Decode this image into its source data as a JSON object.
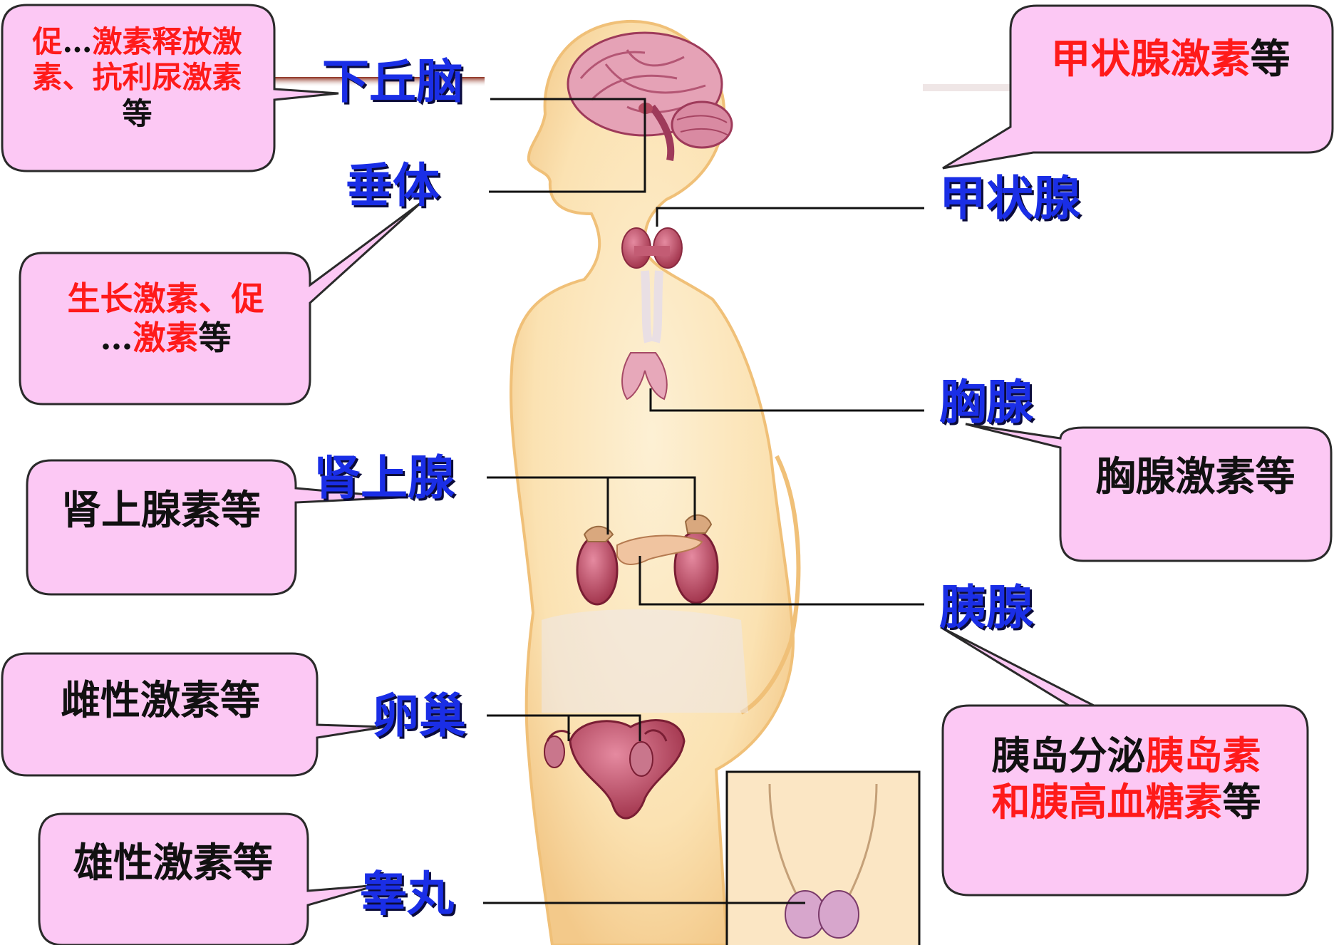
{
  "organs": {
    "hypothalamus": "下丘脑",
    "pituitary": "垂体",
    "thyroid": "甲状腺",
    "thymus": "胸腺",
    "adrenal": "肾上腺",
    "pancreas": "胰腺",
    "ovary": "卵巢",
    "testis": "睾丸"
  },
  "callouts": {
    "hypothalamus": {
      "red1": "促",
      "black1": "…",
      "red2": "激素释放激",
      "red3": "素、抗利尿激素",
      "black2": "等"
    },
    "pituitary": {
      "red1": "生长激素、促",
      "black1": "…",
      "red2": "激素",
      "black2": "等"
    },
    "thyroid": {
      "red": "甲状腺激素",
      "black": "等"
    },
    "thymus": {
      "black": "胸腺激素等"
    },
    "adrenal": {
      "black": "肾上腺素等"
    },
    "pancreas": {
      "black1": "胰岛分泌",
      "red1": "胰岛素",
      "red2": "和胰高血糖素",
      "black2": "等"
    },
    "ovary": {
      "black": "雌性激素等"
    },
    "testis": {
      "black": "雄性激素等"
    }
  },
  "colors": {
    "bubble_fill": "#fcc8f4",
    "bubble_stroke": "#2a2a2a",
    "label_blue": "#1a2ee6",
    "hormone_red": "#ff1a1a",
    "skin": "#fbe2b4",
    "organ": "#b44a60"
  }
}
